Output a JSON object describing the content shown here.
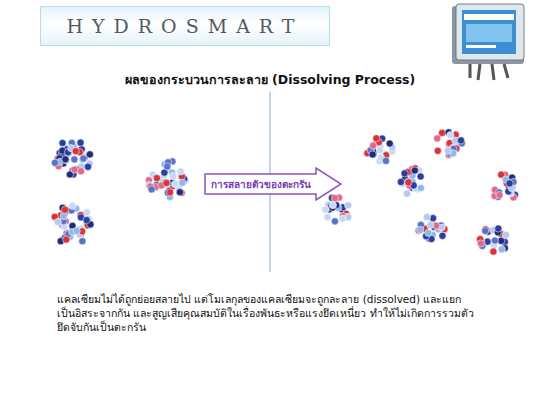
{
  "diagram": {
    "title": "ผลของกระบวนการละลาย (Dissolving Process)",
    "caption": "แคลเซียมไม่ได้ถูกย่อยสลายไป แต่โมเลกุลของแคลเซียมจะถูกละลาย (dissolved) และแยกเป็นอิสระจากกัน และสูญเสียคุณสมบัติในเรื่องพันธะหรือแรงยึดเหนี่ยว ทำให้ไม่เกิดการรวมตัวยึดจับกันเป็นตะกรัน",
    "nodes": [
      {
        "text": [
          "HYDROSMART"
        ]
      },
      {
        "text": [
          "การสลายตัวของตะกรัน"
        ]
      }
    ]
  }
}
